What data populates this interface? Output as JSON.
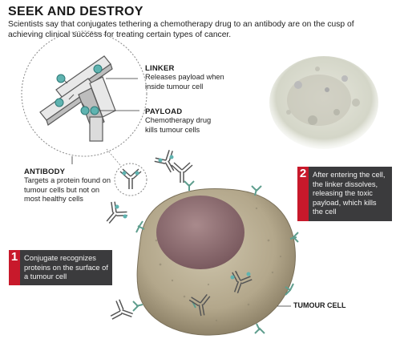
{
  "header": {
    "title": "SEEK AND DESTROY",
    "subtitle": "Scientists say that conjugates tethering a chemotherapy drug to an antibody are on the cusp of achieving clinical success for treating certain types of cancer."
  },
  "labels": {
    "linker": {
      "head": "LINKER",
      "body": "Releases payload when inside tumour cell"
    },
    "payload": {
      "head": "PAYLOAD",
      "body": "Chemotherapy drug kills tumour cells"
    },
    "antibody": {
      "head": "ANTIBODY",
      "body": "Targets a protein found on tumour cells but not on most healthy cells"
    },
    "tumour_cell": "TUMOUR CELL"
  },
  "steps": [
    {
      "number": "1",
      "text": "Conjugate recognizes proteins on the surface of a tumour cell"
    },
    {
      "number": "2",
      "text": "After entering the cell, the linker dissolves, releasing the toxic payload, which kills the cell"
    }
  ],
  "colors": {
    "accent": "#c8192b",
    "step_box": "#3b3b3d",
    "cell_body": "#b5aa8f",
    "nucleus": "#8e6e72",
    "receptor": "#7fb8a8",
    "payload": "#5fb3b0"
  }
}
